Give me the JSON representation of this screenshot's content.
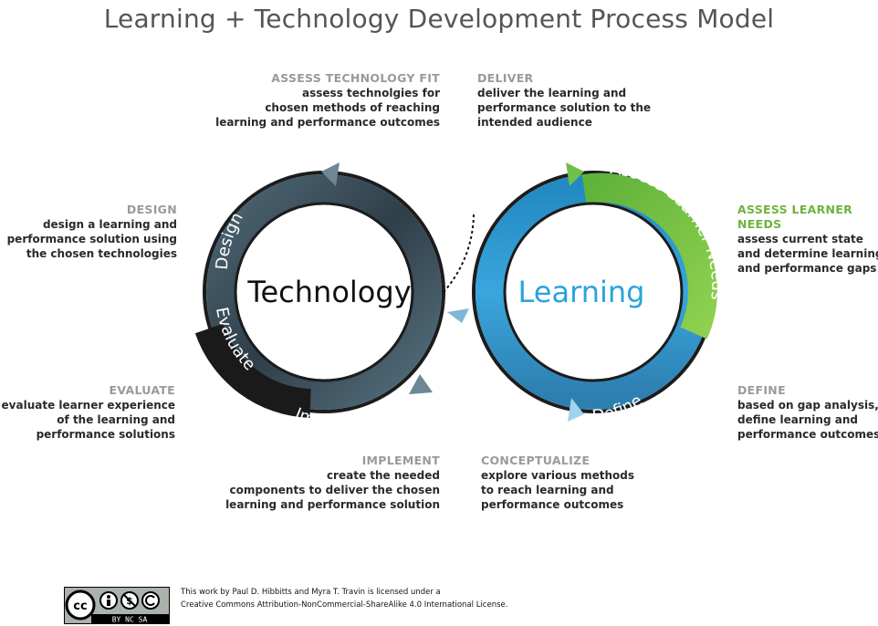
{
  "title": "Learning + Technology Development Process Model",
  "colors": {
    "dark_ring": "#2b3a44",
    "blue_ring": "#2a8fc7",
    "green": "#7cc242",
    "learning_text": "#2aa3dc"
  },
  "circles": {
    "left_label": "Technology",
    "right_label": "Learning"
  },
  "ring_labels": {
    "design": "Design",
    "assess_tech_fit": "Assess Technology Fit",
    "evaluate": "Evaluate",
    "implement": "Implement",
    "deliver": "Deliver",
    "assess_learner_needs": "Assess Learner Needs",
    "conceptualize": "Conceptualize",
    "define": "Define"
  },
  "blocks": {
    "assess_tech_fit": {
      "heading": "ASSESS TECHNOLOGY FIT",
      "lines": [
        "assess technolgies for",
        "chosen methods of reaching",
        "learning and performance outcomes"
      ]
    },
    "deliver": {
      "heading": "DELIVER",
      "lines": [
        "deliver the learning and",
        "performance solution to the",
        "intended audience"
      ]
    },
    "design": {
      "heading": "DESIGN",
      "lines": [
        "design a learning and",
        "performance solution using",
        "the chosen technologies"
      ]
    },
    "assess_learner_needs": {
      "heading_1": "ASSESS LEARNER",
      "heading_2": "NEEDS",
      "lines": [
        "assess current state",
        "and determine learning",
        "and performance gaps"
      ]
    },
    "evaluate": {
      "heading": "EVALUATE",
      "lines": [
        "evaluate learner experience",
        "of the learning and",
        "performance solutions"
      ]
    },
    "define": {
      "heading": "DEFINE",
      "lines": [
        "based on gap analysis,",
        "define learning and",
        "performance outcomes"
      ]
    },
    "implement": {
      "heading": "IMPLEMENT",
      "lines": [
        "create the needed",
        "components to deliver the chosen",
        "learning and performance solution"
      ]
    },
    "conceptualize": {
      "heading": "CONCEPTUALIZE",
      "lines": [
        "explore various methods",
        "to reach learning and",
        "performance outcomes"
      ]
    }
  },
  "license": {
    "line1": "This work by Paul D. Hibbitts and Myra T. Travin is licensed under a",
    "line2": "Creative Commons Attribution-NonCommercial-ShareAlike 4.0 International License.",
    "badge_text": "BY  NC  SA",
    "cc_text": "cc"
  }
}
